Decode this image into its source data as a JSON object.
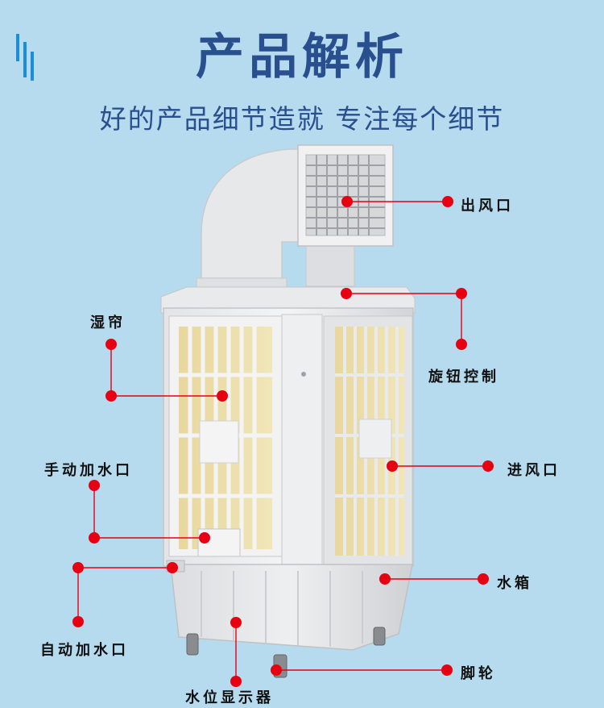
{
  "header": {
    "title": "产品解析",
    "subtitle": "好的产品细节造就 专注每个细节"
  },
  "callouts": [
    {
      "id": "air-outlet",
      "label": "出风口"
    },
    {
      "id": "knob-control",
      "label": "旋钮控制"
    },
    {
      "id": "wet-curtain",
      "label": "湿帘"
    },
    {
      "id": "air-inlet",
      "label": "进风口"
    },
    {
      "id": "manual-water-inlet",
      "label": "手动加水口"
    },
    {
      "id": "water-tank",
      "label": "水箱"
    },
    {
      "id": "auto-water-inlet",
      "label": "自动加水口"
    },
    {
      "id": "caster",
      "label": "脚轮"
    },
    {
      "id": "water-level-indicator",
      "label": "水位显示器"
    }
  ],
  "colors": {
    "background": "#b6dbef",
    "title": "#2a4f8e",
    "marker": "#e60012",
    "deco": "#1a8fd8"
  }
}
